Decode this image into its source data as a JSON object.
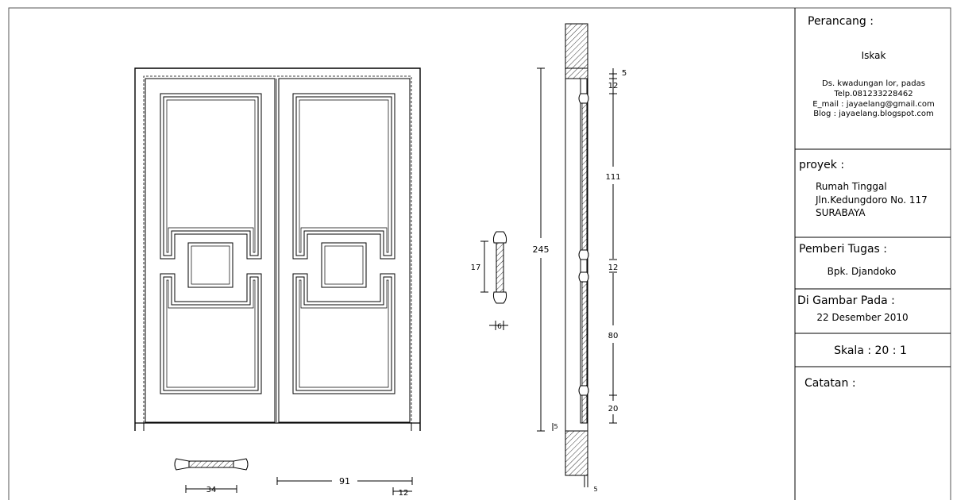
{
  "title_block": {
    "designer_label": "Perancang :",
    "designer_name": "Iskak",
    "address": "Ds. kwadungan lor, padas",
    "phone": "Telp.081233228462",
    "email": "E_mail : jayaelang@gmail.com",
    "blog": "Blog : jayaelang.blogspot.com",
    "project_label": "proyek :",
    "project_line1": "Rumah Tinggal",
    "project_line2": "Jln.Kedungdoro No. 117",
    "project_line3": "SURABAYA",
    "client_label": "Pemberi Tugas :",
    "client_name": "Bpk. Djandoko",
    "drawn_label": "Di Gambar Pada :",
    "drawn_date": "22 Desember 2010",
    "scale_text": "Skala : 20 : 1",
    "notes_label": "Catatan :"
  },
  "dimensions": {
    "door_height": "245",
    "leaf_width": "91",
    "frame_width": "12",
    "rail_section_width": "34",
    "stile_height": "17",
    "stile_thickness": "6",
    "top_gap": "5",
    "top_rail": "12",
    "upper_panel": "111",
    "mid_rail": "12",
    "lower_panel": "80",
    "bottom_rail": "20",
    "bottom_gap": "5",
    "sill_gap": "5"
  },
  "colors": {
    "line": "#000000",
    "paper": "#ffffff",
    "border": "#555555"
  }
}
